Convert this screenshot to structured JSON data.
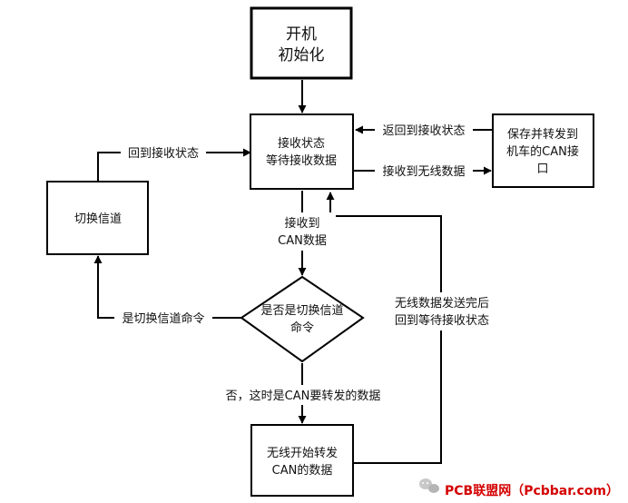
{
  "diagram": {
    "nodes": {
      "start": {
        "line1": "开机",
        "line2": "初始化"
      },
      "wait": {
        "line1": "接收状态",
        "line2": "等待接收数据"
      },
      "save": {
        "line1": "保存并转发到",
        "line2": "机车的CAN接",
        "line3": "口"
      },
      "switch": {
        "line1": "切换信道"
      },
      "decision": {
        "line1": "是否是切换信道",
        "line2": "命令"
      },
      "wireless": {
        "line1": "无线开始转发",
        "line2": "CAN的数据"
      }
    },
    "edge_labels": {
      "back_to_recv_top": "返回到接收状态",
      "recv_wireless": "接收到无线数据",
      "back_to_recv_left": "回到接收状态",
      "recv_can_1": "接收到",
      "recv_can_2": "CAN数据",
      "is_switch_cmd": "是切换信道命令",
      "no_forward": "否，这时是CAN要转发的数据",
      "after_send_1": "无线数据发送完后",
      "after_send_2": "回到等待接收状态"
    }
  },
  "watermark": {
    "text": "PCB联盟网（Pcbbar.com）"
  },
  "colors": {
    "stroke": "#000000",
    "box_fill": "#ffffff",
    "watermark": "#d40000"
  }
}
